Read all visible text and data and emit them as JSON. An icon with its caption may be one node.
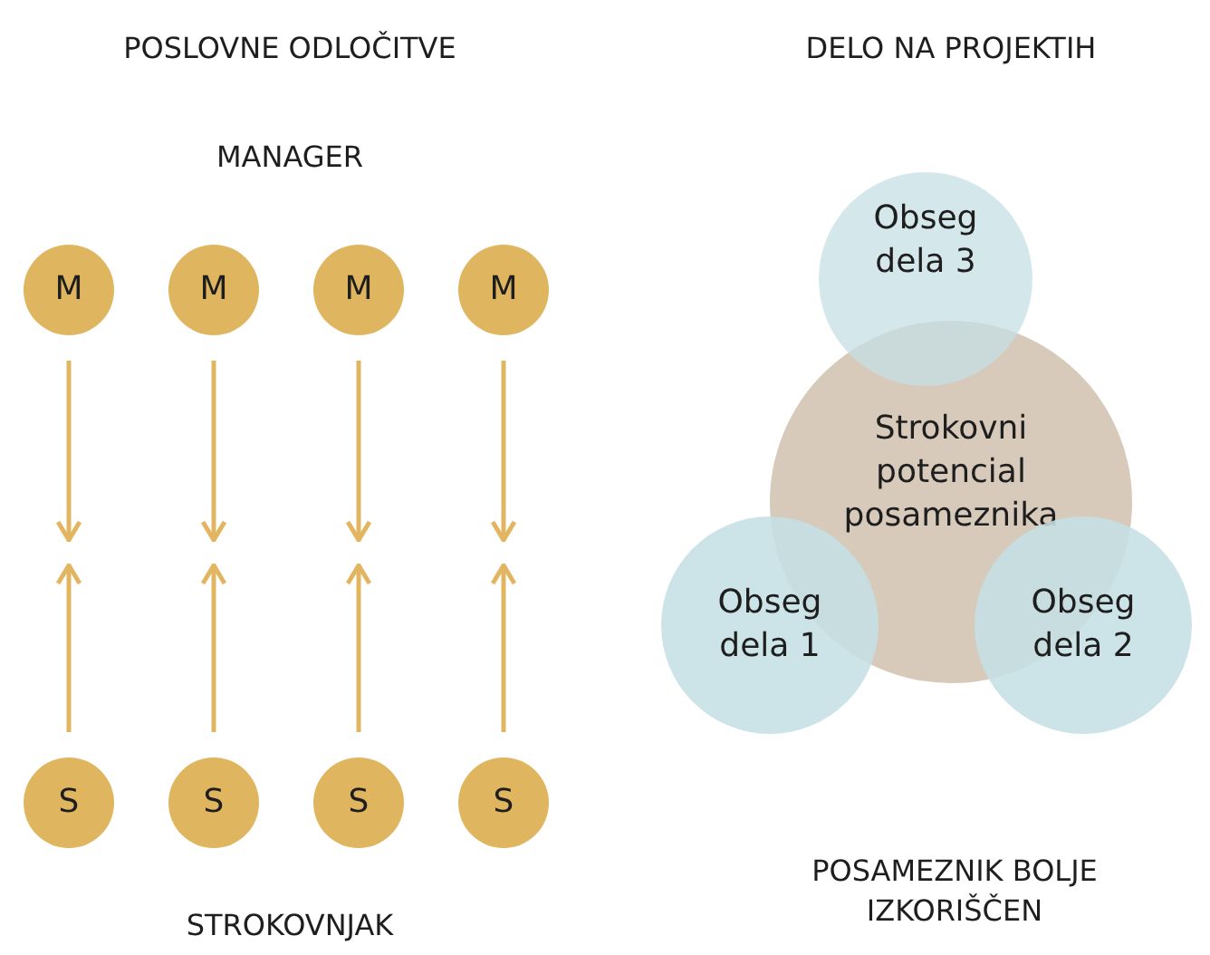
{
  "diagram": {
    "nodes": [
      {
        "text": [
          "M"
        ]
      },
      {
        "text": [
          "M"
        ]
      },
      {
        "text": [
          "M"
        ]
      },
      {
        "text": [
          "M"
        ]
      },
      {
        "text": [
          "S"
        ]
      },
      {
        "text": [
          "S"
        ]
      },
      {
        "text": [
          "S"
        ]
      },
      {
        "text": [
          "S"
        ]
      },
      {
        "text": [
          "Obseg dela 3"
        ]
      },
      {
        "text": [
          "Strokovni potencial posameznika"
        ]
      },
      {
        "text": [
          "Obseg dela 1"
        ]
      },
      {
        "text": [
          "Obseg dela 2"
        ]
      }
    ],
    "edges": [
      {
        "from": 0,
        "to": null,
        "arrow": "to"
      },
      {
        "from": 1,
        "to": null,
        "arrow": "to"
      },
      {
        "from": 2,
        "to": null,
        "arrow": "to"
      },
      {
        "from": 3,
        "to": null,
        "arrow": "to"
      },
      {
        "from": 4,
        "to": null,
        "arrow": "to"
      },
      {
        "from": 5,
        "to": null,
        "arrow": "to"
      },
      {
        "from": 6,
        "to": null,
        "arrow": "to"
      },
      {
        "from": 7,
        "to": null,
        "arrow": "to"
      }
    ],
    "labels": [
      "POSLOVNE ODLOČITVE",
      "DELO NA PROJEKTIH",
      "MANAGER",
      "POSAMEZNIK BOLJE IZKORIŠČEN",
      "STROKOVNJAK"
    ]
  }
}
